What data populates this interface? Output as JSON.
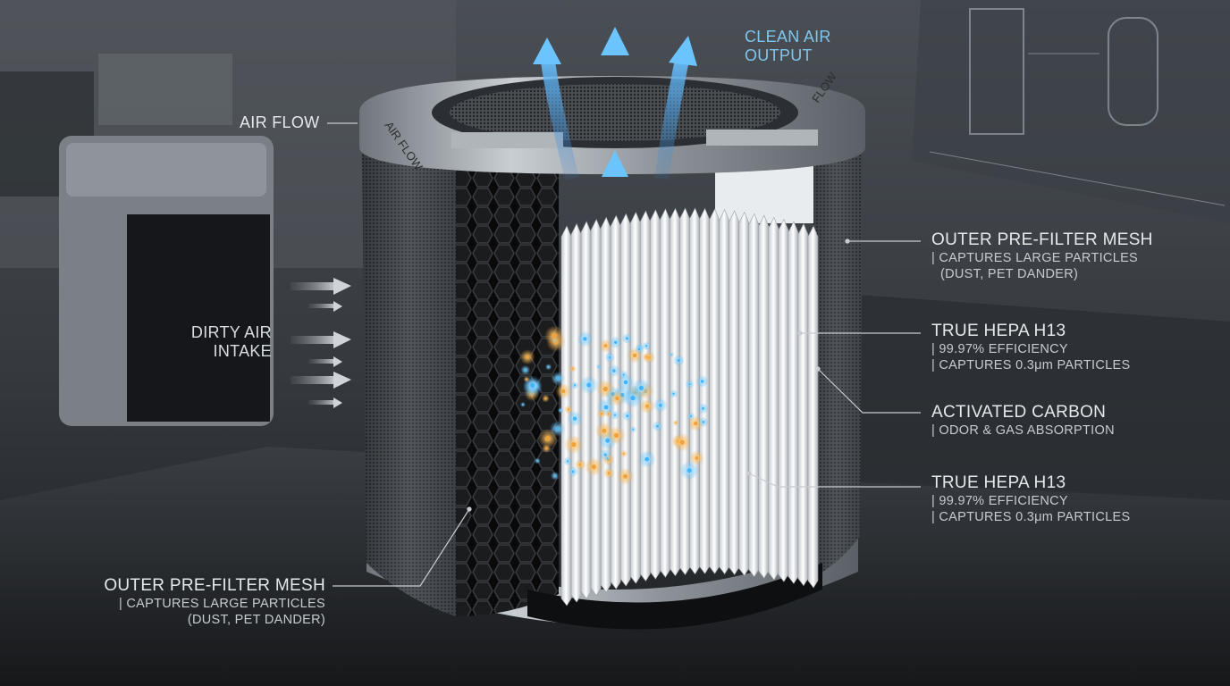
{
  "labels": {
    "clean_air": [
      "CLEAN AIR",
      "OUTPUT"
    ],
    "air_flow": "AIR FLOW",
    "dirty_air": [
      "DIRTY AIR",
      "INTAKE"
    ],
    "outer_mesh_right": {
      "title": "OUTER PRE-FILTER MESH",
      "lines": [
        "| CAPTURES LARGE PARTICLES",
        "(DUST, PET DANDER)"
      ]
    },
    "hepa_top": {
      "title": "TRUE HEPA H13",
      "lines": [
        "| 99.97% EFFICIENCY",
        "| CAPTURES 0.3μm PARTICLES"
      ]
    },
    "activated_carbon": {
      "title": "ACTIVATED CARBON",
      "lines": [
        "| ODOR & GAS ABSORPTION"
      ]
    },
    "hepa_bottom": {
      "title": "TRUE HEPA H13",
      "lines": [
        "| 99.97% EFFICIENCY",
        "| CAPTURES 0.3μm PARTICLES"
      ]
    },
    "outer_mesh_left": {
      "title": "OUTER PRE-FILTER MESH",
      "lines": [
        "| CAPTURES LARGE PARTICLES",
        "(DUST, PET DANDER)"
      ]
    }
  },
  "rim_text": {
    "left": "AIR FLOW",
    "right": "FLOW"
  },
  "colors": {
    "accent_blue": "#7fc6ee",
    "particle_orange": "#f2a23a",
    "particle_blue": "#3fb6ff"
  }
}
